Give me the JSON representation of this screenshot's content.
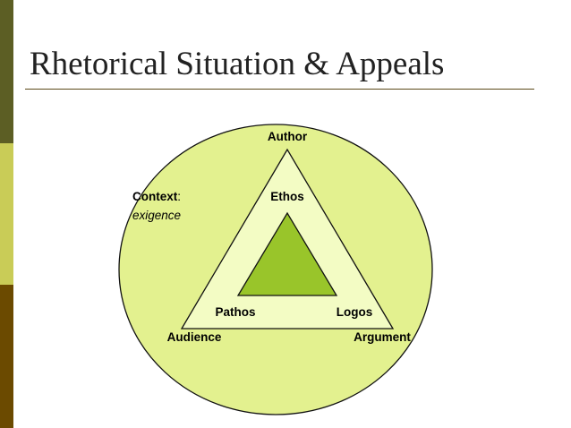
{
  "slide": {
    "title": "Rhetorical Situation & Appeals"
  },
  "diagram": {
    "vertex_labels": {
      "top": "Author",
      "left": "Audience",
      "right": "Argument"
    },
    "appeal_labels": {
      "top": "Ethos",
      "left": "Pathos",
      "right": "Logos"
    },
    "context": {
      "label": "Context",
      "colon": ":",
      "value": "exigence"
    }
  },
  "colors": {
    "sidebar_top": "#5c5e24",
    "sidebar_middle": "#c9cc57",
    "sidebar_bottom": "#6b4a00",
    "title_rule": "#5c4a1a",
    "circle_fill": "#e3f18f",
    "outer_triangle_fill": "#f3fcc4",
    "inner_triangle_fill": "#99c52a",
    "outline": "#111111"
  }
}
